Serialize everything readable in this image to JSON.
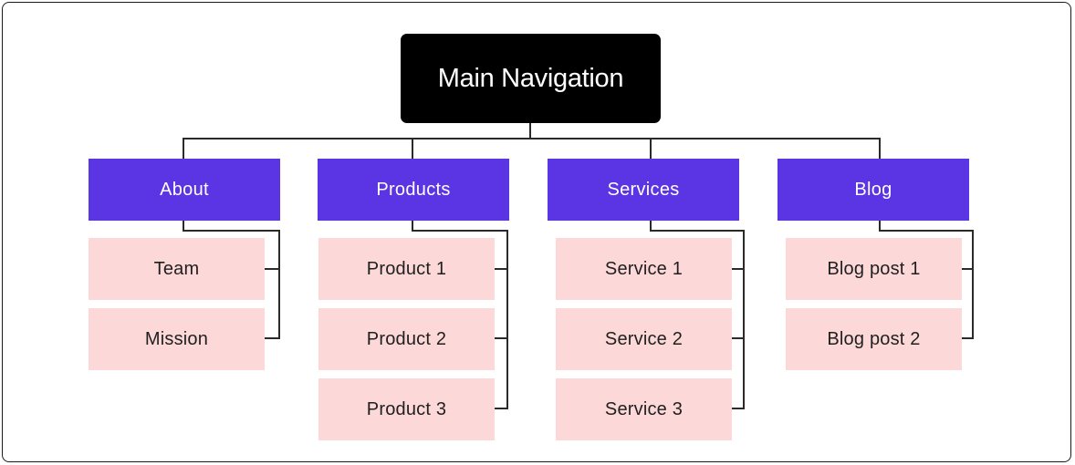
{
  "root": {
    "label": "Main Navigation"
  },
  "colors": {
    "root_fill": "#000000",
    "category_fill": "#5b34e3",
    "item_fill": "#fcd9d8",
    "connector": "#2a2a2a"
  },
  "categories": [
    {
      "label": "About",
      "items": [
        "Team",
        "Mission"
      ]
    },
    {
      "label": "Products",
      "items": [
        "Product 1",
        "Product 2",
        "Product 3"
      ]
    },
    {
      "label": "Services",
      "items": [
        "Service 1",
        "Service 2",
        "Service 3"
      ]
    },
    {
      "label": "Blog",
      "items": [
        "Blog post 1",
        "Blog post 2"
      ]
    }
  ]
}
